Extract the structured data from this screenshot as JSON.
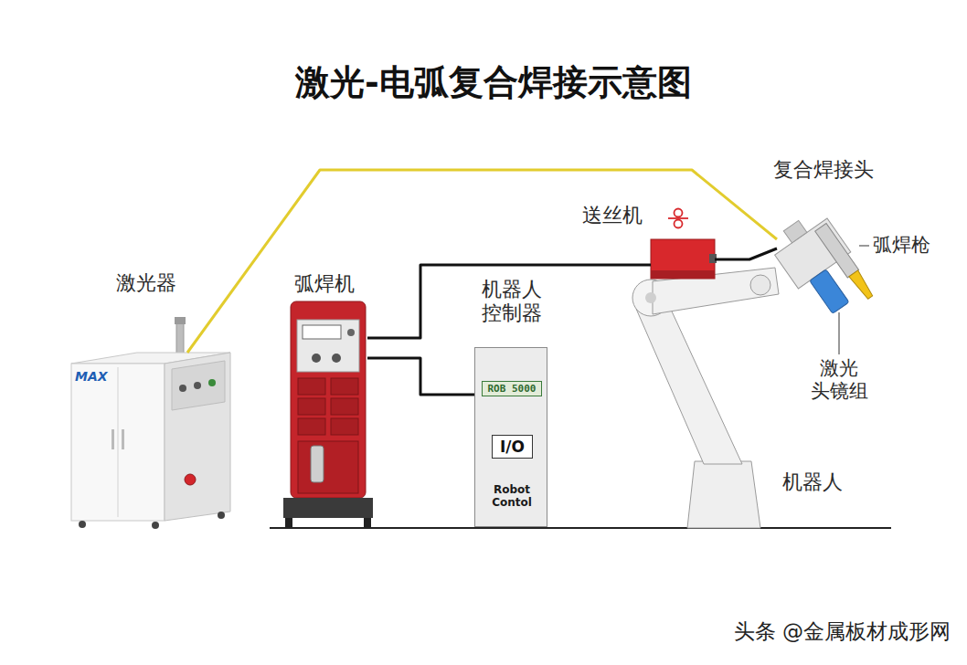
{
  "diagram": {
    "title": "激光-电弧复合焊接示意图",
    "nodes": [
      {
        "text": [
          "激光器",
          "MAX"
        ]
      },
      {
        "text": [
          "弧焊机"
        ]
      },
      {
        "text": [
          "机器人 控制器",
          "Robot Contol"
        ]
      },
      {
        "text": [
          "ROB 5000"
        ],
        "in": 2
      },
      {
        "text": [
          "I/O"
        ],
        "in": 2
      },
      {
        "text": [
          "送丝机"
        ]
      },
      {
        "text": [
          "复合焊接头"
        ]
      },
      {
        "text": [
          "机器人"
        ]
      }
    ],
    "edges": [
      {
        "from": 0,
        "to": 6,
        "arrow": "none"
      },
      {
        "from": 1,
        "to": 5,
        "arrow": "none"
      },
      {
        "from": 1,
        "to": 2,
        "arrow": "none"
      },
      {
        "from": 3,
        "to": 4,
        "arrow": "to"
      },
      {
        "from": 4,
        "to": 3,
        "arrow": "to"
      },
      {
        "from": 5,
        "to": 6,
        "arrow": "none"
      }
    ],
    "labels": [
      "弧焊枪",
      "激光 头镜组",
      "头条 @金属板材成形网"
    ]
  }
}
